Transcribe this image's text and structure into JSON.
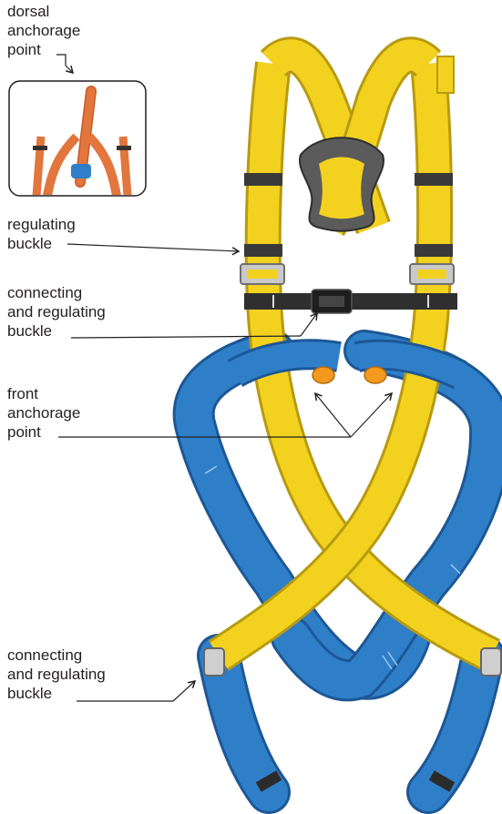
{
  "labels": {
    "dorsal": "dorsal\nanchorage\npoint",
    "regulating_buckle": "regulating\nbuckle",
    "chest_buckle": "connecting\nand regulating\nbuckle",
    "front_anchorage": "front\nanchorage\npoint",
    "leg_buckle": "connecting\nand regulating\nbuckle"
  },
  "colors": {
    "yellow_strap": "#f2d21f",
    "yellow_edge": "#b89a10",
    "blue_strap": "#2f7fc8",
    "blue_edge": "#1d5796",
    "orange_strap": "#e2763c",
    "dark_webbing": "#3a3a3a",
    "metal": "#a8a8a8",
    "orange_dring": "#f39a1e",
    "leader_line": "#231f20"
  },
  "icons": [
    "harness-illustration",
    "dorsal-inset-icon",
    "pointer-arrow-icon"
  ]
}
